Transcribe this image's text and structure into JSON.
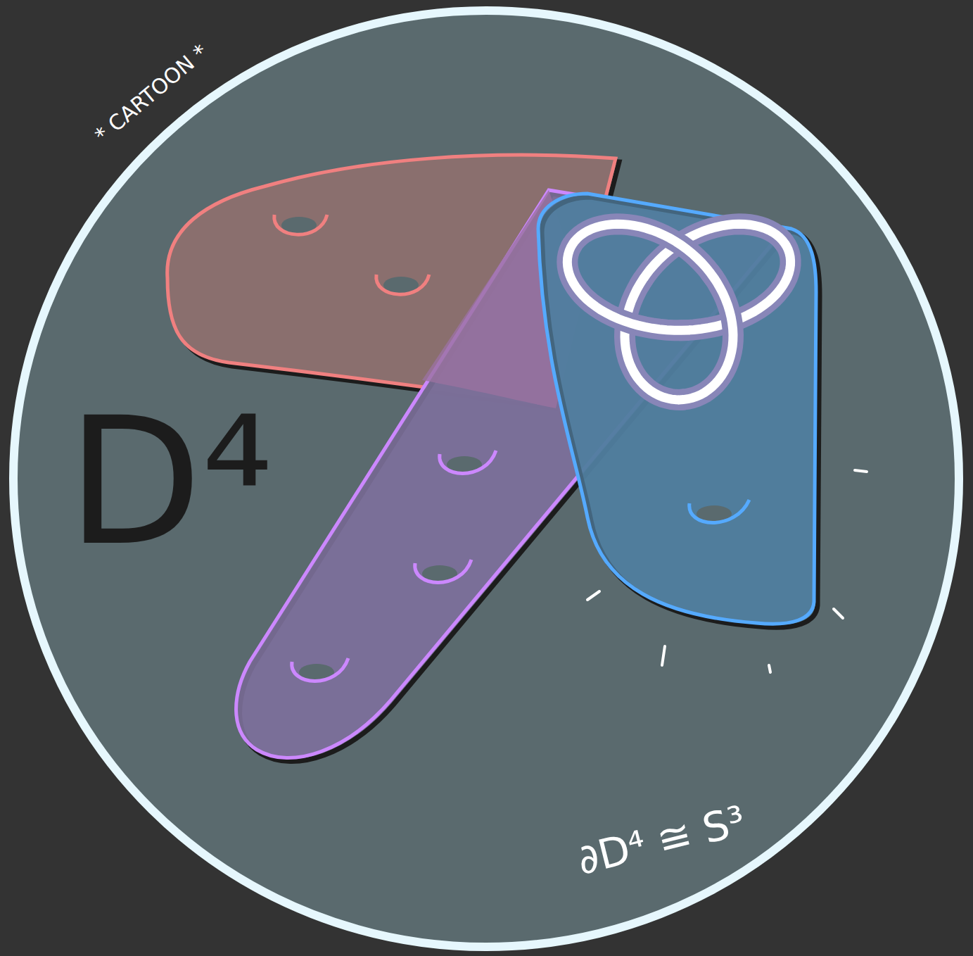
{
  "diagram": {
    "labels": [
      "* CARTOON *",
      "D⁴",
      "∂D⁴ ≅ S³"
    ]
  }
}
